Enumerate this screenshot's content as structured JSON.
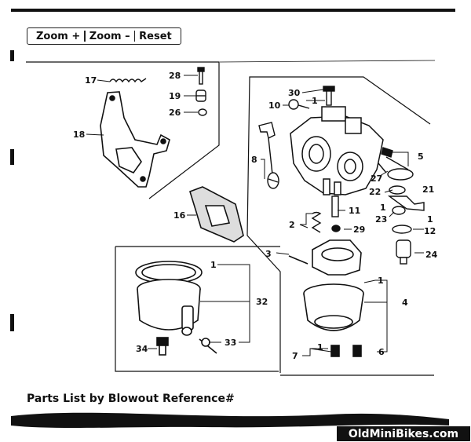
{
  "toolbar": {
    "zoom_in": "Zoom +",
    "zoom_out": "Zoom –",
    "reset": "Reset"
  },
  "diagram": {
    "callouts": {
      "c17": "17",
      "c28": "28",
      "c19": "19",
      "c26": "26",
      "c18": "18",
      "c16": "16",
      "c30": "30",
      "c1a": "1",
      "c10": "10",
      "c8": "8",
      "c5": "5",
      "c27": "27",
      "c21": "21",
      "c22": "22",
      "c1b": "1",
      "c23": "23",
      "c1c": "1",
      "c12": "12",
      "c2": "2",
      "c11": "11",
      "c29": "29",
      "c3": "3",
      "c24": "24",
      "c1d": "1",
      "c32": "32",
      "c1e": "1",
      "c4": "4",
      "c34": "34",
      "c33": "33",
      "c7": "7",
      "c1f": "1",
      "c6": "6"
    }
  },
  "caption": "Parts List by Blowout Reference#",
  "watermark": "OldMiniBikes.com"
}
